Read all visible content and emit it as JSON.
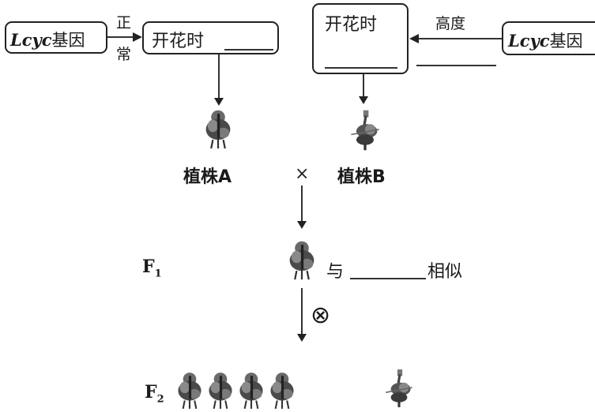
{
  "left_pathway": {
    "gene_box": {
      "gene_italic": "Lcyc",
      "gene_suffix": "基因"
    },
    "arrow_label_top": "正",
    "arrow_label_bottom": "常",
    "trait_box": {
      "text": "开花时",
      "blank": ""
    }
  },
  "right_pathway": {
    "gene_box": {
      "gene_italic": "Lcyc",
      "gene_suffix": "基因"
    },
    "arrow_label_top": "高度",
    "arrow_label_bottom_blank": "",
    "trait_box": {
      "text": "开花时",
      "blank": ""
    }
  },
  "cross": {
    "plant_a_label": "植株A",
    "plant_b_label": "植株B",
    "cross_symbol": "×",
    "f1_label": "F",
    "f1_sub": "1",
    "f1_similar_prefix": "与",
    "f1_similar_suffix": "相似",
    "selfing_symbol": "⊗",
    "f2_label": "F",
    "f2_sub": "2",
    "f2_plants_type_a_count": 4,
    "f2_plants_type_b_count": 1
  }
}
